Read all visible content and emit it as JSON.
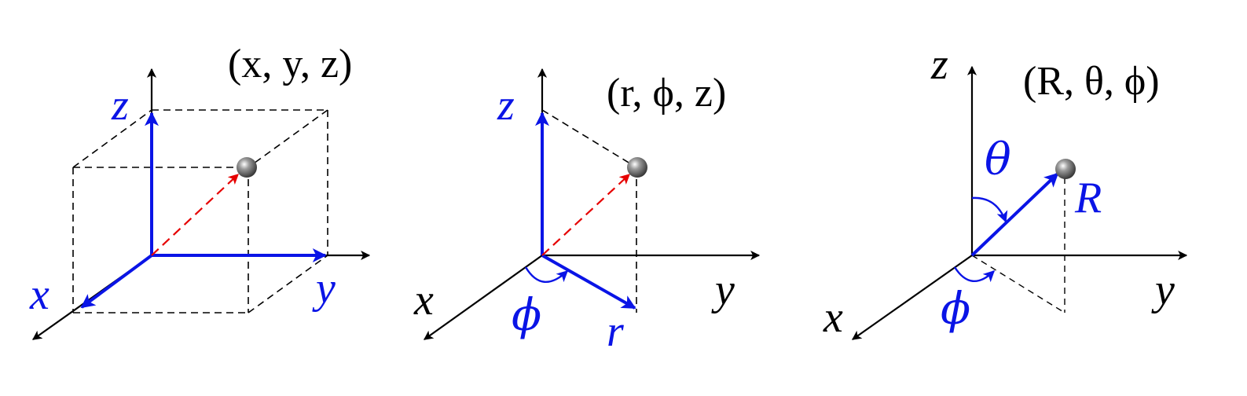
{
  "colors": {
    "vector_blue": "#0a14e6",
    "axis_black": "#000000",
    "position_red": "#e60000",
    "point_gray": "#6f6f6f"
  },
  "panels": [
    {
      "id": "cartesian",
      "coords_label": "(x, y, z)",
      "axis_labels": {
        "z": "z",
        "x": "x",
        "y": "y"
      }
    },
    {
      "id": "cylindrical",
      "coords_label": "(r, ϕ, z)",
      "axis_labels": {
        "z": "z",
        "x": "x",
        "y": "y",
        "phi": "ϕ",
        "r": "r"
      }
    },
    {
      "id": "spherical",
      "coords_label": "(R, θ, ϕ)",
      "axis_labels": {
        "z": "z",
        "x": "x",
        "y": "y",
        "theta": "θ",
        "R": "R",
        "phi": "ϕ"
      }
    }
  ]
}
